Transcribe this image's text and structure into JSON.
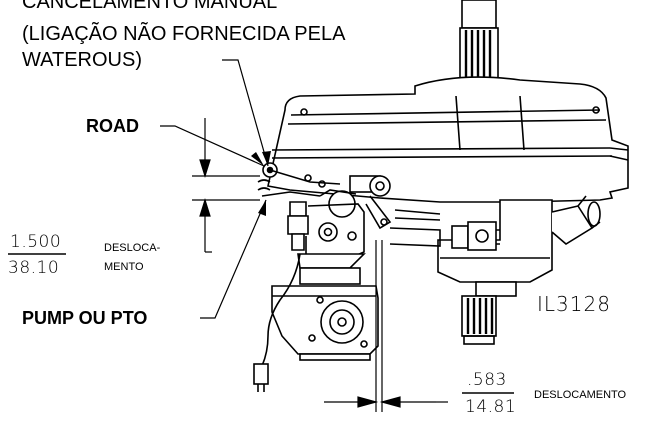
{
  "callout_manual_override": {
    "line1": "CANCELAMENTO MANUAL",
    "line2": "(LIGAÇÃO NÃO FORNECIDA PELA",
    "line3": "WATEROUS)"
  },
  "road_label": "ROAD",
  "pump_pto_label": "PUMP OU PTO",
  "vertical_travel": {
    "inches": "1.500",
    "millimeters": "38.10",
    "label_line1": "DESLOCA-",
    "label_line2": "MENTO"
  },
  "horizontal_travel": {
    "inches": ".583",
    "millimeters": "14.81",
    "label": "DESLOCAMENTO"
  },
  "figure_id": "IL3128"
}
